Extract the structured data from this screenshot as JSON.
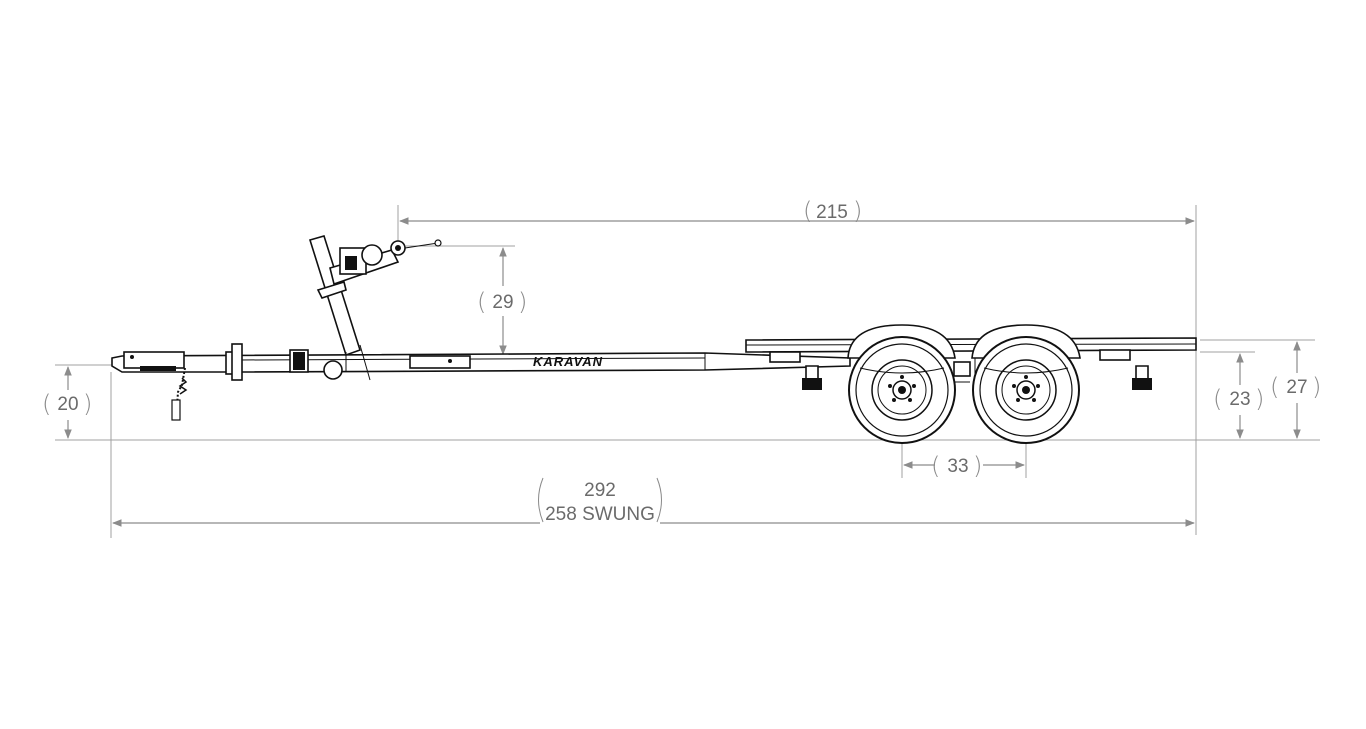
{
  "dimensions": {
    "overall_height_mast": "215",
    "winch_stand_height": "29",
    "tongue_height": "20",
    "bunk_height": "23",
    "frame_height": "27",
    "axle_spacing": "33",
    "overall_length": "292",
    "overall_length_swung": "258 SWUNG"
  },
  "brand": {
    "name": "KARAVAN"
  }
}
